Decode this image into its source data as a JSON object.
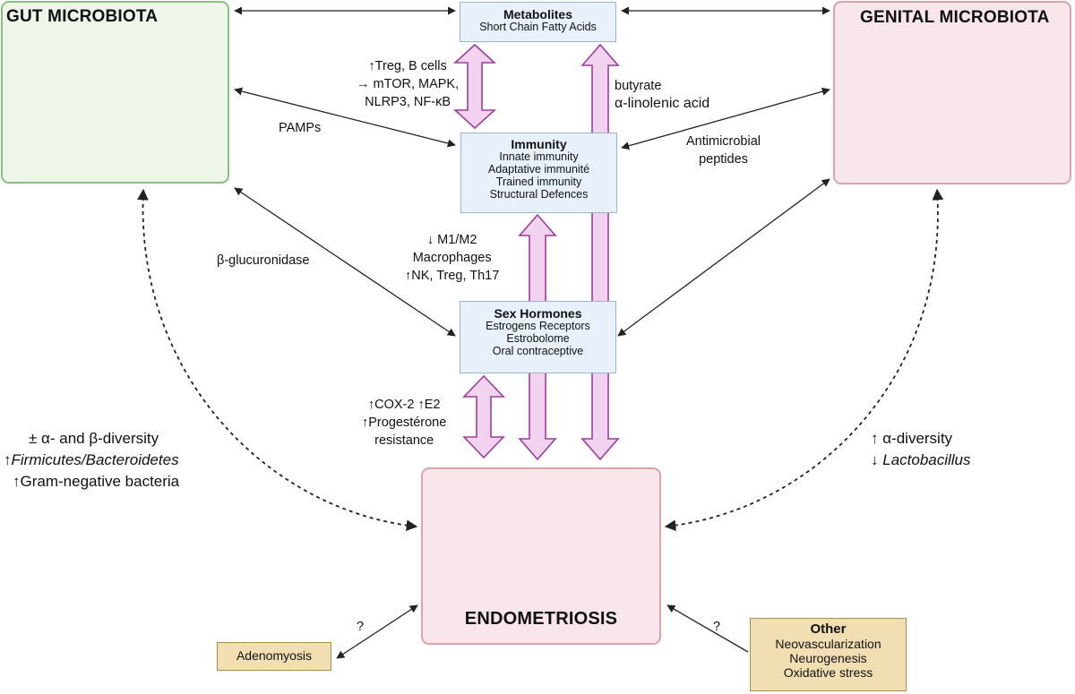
{
  "boxes": {
    "gut_title": "GUT MICROBIOTA",
    "genital_title": "GENITAL MICROBIOTA",
    "endometriosis_title": "ENDOMETRIOSIS",
    "metabolites": {
      "title": "Metabolites",
      "lines": [
        "Short Chain Fatty Acids"
      ]
    },
    "immunity": {
      "title": "Immunity",
      "lines": [
        "Innate immunity",
        "Adaptative immunité",
        "Trained immunity",
        "Structural Defences"
      ]
    },
    "sex_hormones": {
      "title": "Sex Hormones",
      "lines": [
        "Estrogens Receptors",
        "Estrobolome",
        "Oral contraceptive"
      ]
    },
    "adenomyosis": "Adenomyosis",
    "other": {
      "title": "Other",
      "lines": [
        "Neovascularization",
        "Neurogenesis",
        "Oxidative stress"
      ]
    }
  },
  "labels": {
    "immune_effects": [
      "↑Treg, B cells",
      "→ mTOR, MAPK,",
      "NLRP3, NF-κB"
    ],
    "pamps": "PAMPs",
    "metabolite_list": [
      "butyrate",
      "α-linolenic acid"
    ],
    "antimicrobial": [
      "Antimicrobial",
      "peptides"
    ],
    "macrophages": [
      "↓ M1/M2",
      "Macrophages",
      "↑NK, Treg, Th17"
    ],
    "glucuronidase": "β-glucuronidase",
    "hormone_effects": [
      "↑COX-2 ↑E2",
      "↑Progestérone",
      "resistance"
    ],
    "gut_changes": {
      "line1": "± α- and β-diversity",
      "line2_prefix": "↑",
      "line2_italic": "Firmicutes/Bacteroidetes",
      "line3": "↑Gram-negative bacteria"
    },
    "genital_changes": {
      "line1": "↑  α-diversity",
      "line2_prefix": "↓  ",
      "line2_italic": "Lactobacillus"
    },
    "question_left": "?",
    "question_right": "?"
  },
  "colors": {
    "gut_fill": "#eef6ea",
    "gut_border": "#8bbf82",
    "genital_fill": "#f8e6ea",
    "genital_border": "#d9a2ad",
    "central_fill": "#e8f1fb",
    "central_border": "#9bb4cf",
    "tan_fill": "#f1deb2",
    "tan_border": "#a88c52",
    "pathway_fill": "#f2d3ef",
    "pathway_stroke": "#9b3f9a"
  }
}
